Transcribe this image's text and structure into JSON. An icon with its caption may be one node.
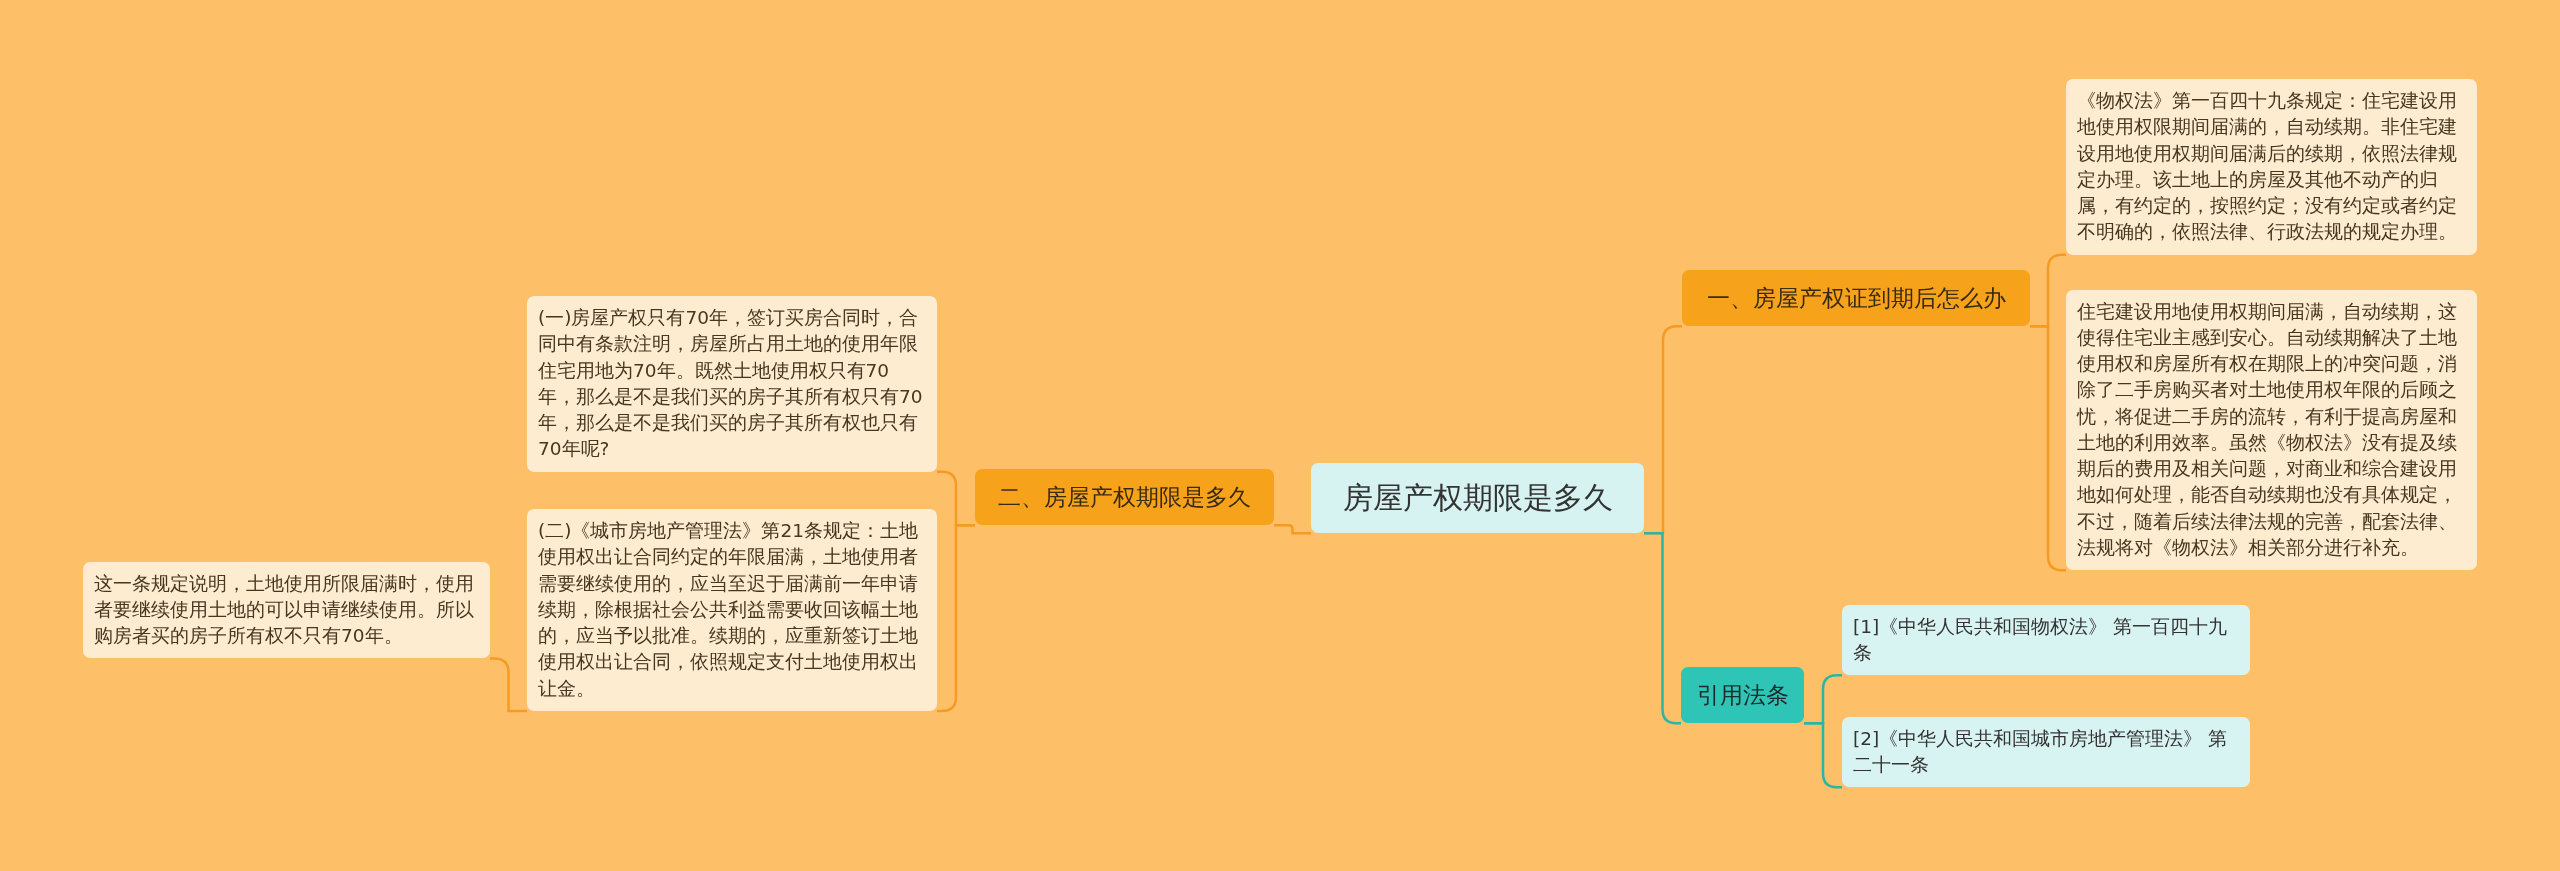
{
  "diagram": {
    "nodes": [
      {
        "text": [
          "房屋产权期限是多久"
        ]
      },
      {
        "text": [
          "一、房屋产权证到期后怎么办"
        ]
      },
      {
        "text": [
          "《物权法》第一百四十九条规定：住宅建设用地使用权限期间届满的，自动续期。非住宅建设用地使用权期间届满后的续期，依照法律规定办理。该土地上的房屋及其他不动产的归属，有约定的，按照约定；没有约定或者约定不明确的，依照法律、行政法规的规定办理。"
        ]
      },
      {
        "text": [
          "住宅建设用地使用权期间届满，自动续期，这使得住宅业主感到安心。自动续期解决了土地使用权和房屋所有权在期限上的冲突问题，消除了二手房购买者对土地使用权年限的后顾之忧，将促进二手房的流转，有利于提高房屋和土地的利用效率。虽然《物权法》没有提及续期后的费用及相关问题，对商业和综合建设用地如何处理，能否自动续期也没有具体规定，不过，随着后续法律法规的完善，配套法律、法规将对《物权法》相关部分进行补充。"
        ]
      },
      {
        "text": [
          "引用法条"
        ]
      },
      {
        "text": [
          "[1]《中华人民共和国物权法》 第一百四十九条"
        ]
      },
      {
        "text": [
          "[2]《中华人民共和国城市房地产管理法》 第二十一条"
        ]
      },
      {
        "text": [
          "二、房屋产权期限是多久"
        ]
      },
      {
        "text": [
          "(一)房屋产权只有70年，签订买房合同时，合同中有条款注明，房屋所占用土地的使用年限住宅用地为70年。既然土地使用权只有70年，那么是不是我们买的房子其所有权只有70年，那么是不是我们买的房子其所有权也只有70年呢?"
        ]
      },
      {
        "text": [
          "(二)《城市房地产管理法》第21条规定：土地使用权出让合同约定的年限届满，土地使用者需要继续使用的，应当至迟于届满前一年申请续期，除根据社会公共利益需要收回该幅土地的，应当予以批准。续期的，应重新签订土地使用权出让合同，依照规定支付土地使用权出让金。"
        ]
      },
      {
        "text": [
          "这一条规定说明，土地使用所限届满时，使用者要继续使用土地的可以申请继续使用。所以购房者买的房子所有权不只有70年。"
        ]
      }
    ],
    "edges": [
      {
        "from": 0,
        "to": 1,
        "arrow": "none"
      },
      {
        "from": 1,
        "to": 2,
        "arrow": "none"
      },
      {
        "from": 1,
        "to": 3,
        "arrow": "none"
      },
      {
        "from": 0,
        "to": 4,
        "arrow": "none",
        "color": "#2bb5a7"
      },
      {
        "from": 4,
        "to": 5,
        "arrow": "none",
        "color": "#2bb5a7"
      },
      {
        "from": 4,
        "to": 6,
        "arrow": "none",
        "color": "#2bb5a7"
      },
      {
        "from": 0,
        "to": 7,
        "arrow": "none"
      },
      {
        "from": 7,
        "to": 8,
        "arrow": "none"
      },
      {
        "from": 7,
        "to": 9,
        "arrow": "none"
      },
      {
        "from": 9,
        "to": 10,
        "arrow": "none"
      }
    ]
  }
}
